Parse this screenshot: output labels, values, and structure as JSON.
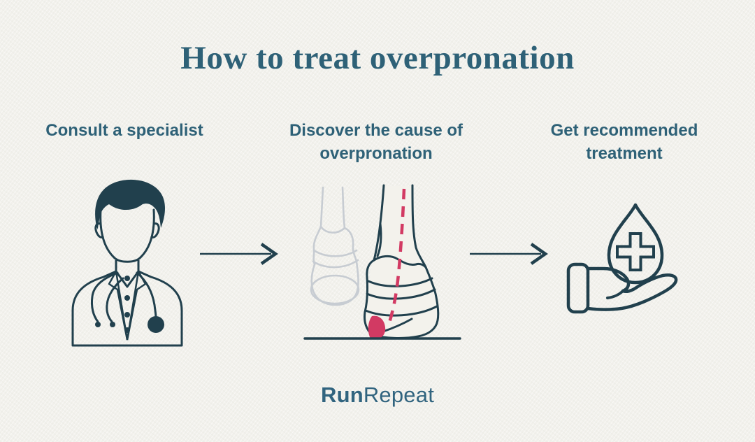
{
  "title": "How to treat overpronation",
  "steps": [
    {
      "label": "Consult a specialist",
      "icon": "doctor-icon"
    },
    {
      "label": "Discover the cause of overpronation",
      "icon": "feet-overpronation-icon"
    },
    {
      "label": "Get recommended treatment",
      "icon": "hand-treatment-icon"
    }
  ],
  "connectors": {
    "type": "arrow-right",
    "count": 2
  },
  "logo": {
    "bold": "Run",
    "light": "Repeat"
  },
  "colors": {
    "background": "#f2f1ec",
    "heading_teal": "#2e6177",
    "icon_stroke": "#21404d",
    "accent_red": "#d23a63",
    "faded_gray": "#c7ccd2",
    "logo_teal": "#31647f"
  }
}
